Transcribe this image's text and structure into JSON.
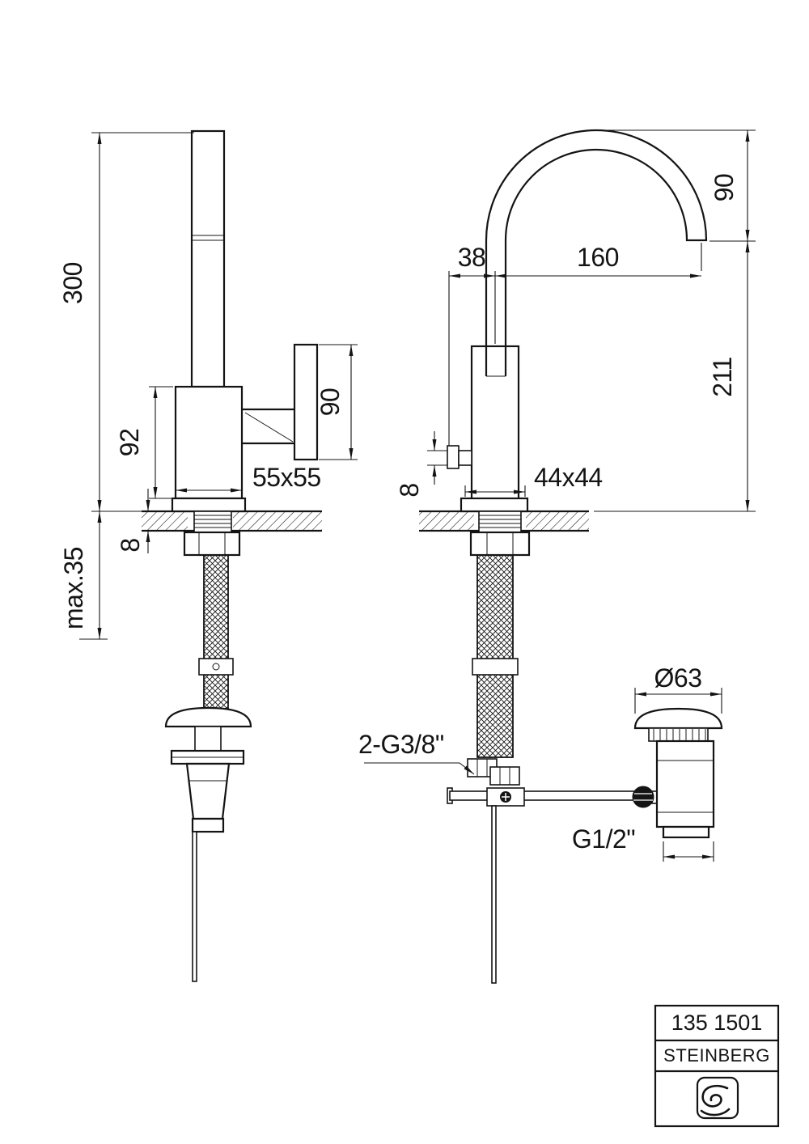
{
  "title_block": {
    "model": "135 1501",
    "brand": "STEINBERG",
    "logo": "steinberg-s-curl"
  },
  "side_view": {
    "total_height": "300",
    "body_height": "92",
    "spout_plate_height": "90",
    "base_size": "55x55",
    "deck_thickness": "8",
    "max_counter_thickness": "max.35"
  },
  "front_view": {
    "spout_drop": "90",
    "spout_offset": "38",
    "spout_reach": "160",
    "outlet_height": "211",
    "handle_stub": "8",
    "base_size": "44x44"
  },
  "drain": {
    "flange_diameter": "Ø63",
    "supply_connections": "2-G3/8\"",
    "waste_thread": "G1/2\""
  }
}
